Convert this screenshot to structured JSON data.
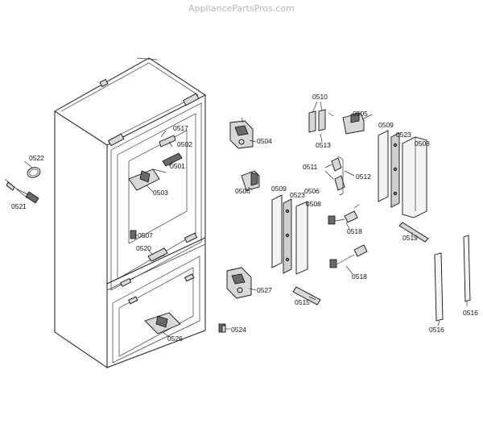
{
  "watermark": "AppliancePartsPros.com",
  "part_labels": {
    "p0501": "0501",
    "p0502": "0502",
    "p0503": "0503",
    "p0504": "0504",
    "p0505": "0505",
    "p0506a": "0506",
    "p0506b": "0506",
    "p0507": "0507",
    "p0508a": "0508",
    "p0508b": "0508",
    "p0509a": "0509",
    "p0509b": "0509",
    "p0510": "0510",
    "p0511": "0511",
    "p0512": "0512",
    "p0513": "0513",
    "p0515": "0515",
    "p0516a": "0516",
    "p0516b": "0516",
    "p0517": "0517",
    "p0518a": "0518",
    "p0518b": "0518",
    "p0519": "0519",
    "p0520": "0520",
    "p0521": "0521",
    "p0522": "0522",
    "p0523a": "0523",
    "p0523b": "0523",
    "p0524": "0524",
    "p0526": "0526",
    "p0527": "0527"
  }
}
